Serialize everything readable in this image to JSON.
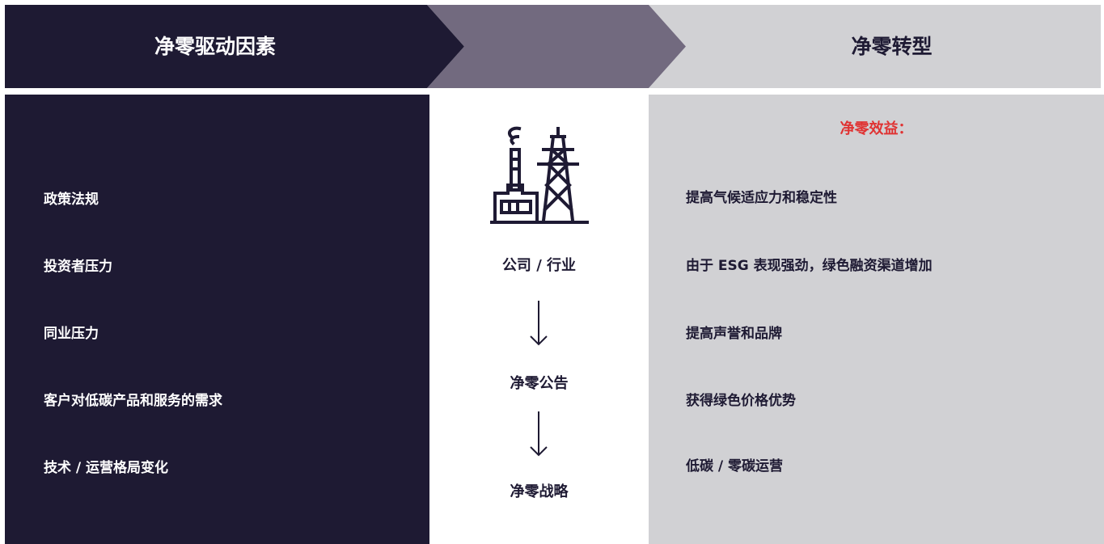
{
  "banner": {
    "left_title": "净零驱动因素",
    "right_title": "净零转型"
  },
  "drivers": {
    "items": [
      "政策法规",
      "投资者压力",
      "同业压力",
      "客户对低碳产品和服务的需求",
      "技术 / 运营格局变化"
    ]
  },
  "process": {
    "icon": "factory-power-tower-icon",
    "steps": [
      "公司 / 行业",
      "净零公告",
      "净零战略"
    ]
  },
  "benefits": {
    "heading": "净零效益：",
    "items": [
      "提高气候适应力和稳定性",
      "由于 ESG 表现强劲，绿色融资渠道增加",
      "提高声誉和品牌",
      "获得绿色价格优势",
      "低碳 / 零碳运营"
    ]
  },
  "colors": {
    "dark_navy": "#1e1a33",
    "mid_purple": "#726a7f",
    "light_gray": "#d1d1d4",
    "accent_red": "#e03232"
  }
}
